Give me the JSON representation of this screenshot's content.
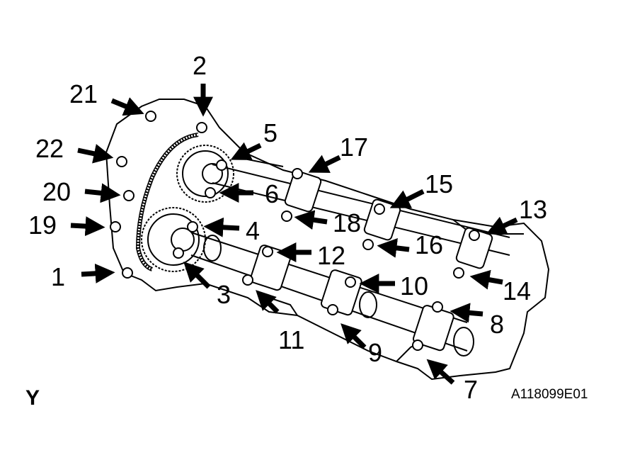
{
  "figure": {
    "view_letter": "Y",
    "code": "A118099E01"
  },
  "callouts": [
    {
      "id": "1",
      "label": "1"
    },
    {
      "id": "2",
      "label": "2"
    },
    {
      "id": "3",
      "label": "3"
    },
    {
      "id": "4",
      "label": "4"
    },
    {
      "id": "5",
      "label": "5"
    },
    {
      "id": "6",
      "label": "6"
    },
    {
      "id": "7",
      "label": "7"
    },
    {
      "id": "8",
      "label": "8"
    },
    {
      "id": "9",
      "label": "9"
    },
    {
      "id": "10",
      "label": "10"
    },
    {
      "id": "11",
      "label": "11"
    },
    {
      "id": "12",
      "label": "12"
    },
    {
      "id": "13",
      "label": "13"
    },
    {
      "id": "14",
      "label": "14"
    },
    {
      "id": "15",
      "label": "15"
    },
    {
      "id": "16",
      "label": "16"
    },
    {
      "id": "17",
      "label": "17"
    },
    {
      "id": "18",
      "label": "18"
    },
    {
      "id": "19",
      "label": "19"
    },
    {
      "id": "20",
      "label": "20"
    },
    {
      "id": "21",
      "label": "21"
    },
    {
      "id": "22",
      "label": "22"
    }
  ]
}
